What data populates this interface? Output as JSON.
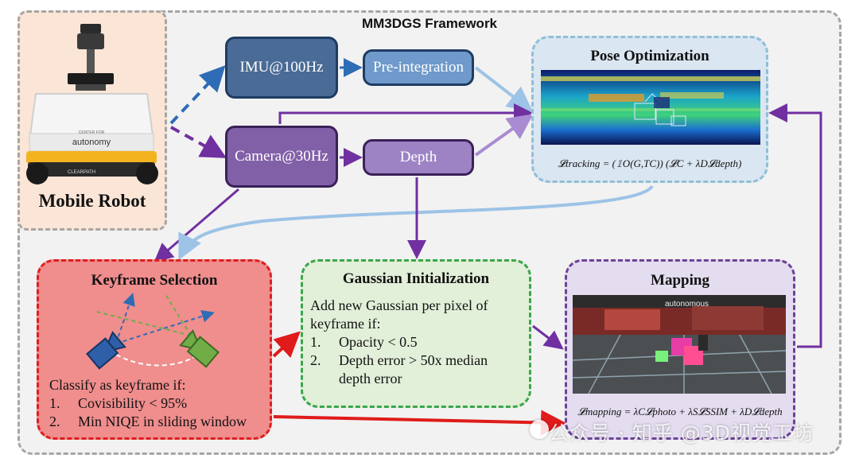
{
  "framework_title": "MM3DGS Framework",
  "robot": {
    "label": "Mobile Robot",
    "brand_small": "CENTER FOR",
    "brand": "autonomy",
    "base_brand": "CLEARPATH"
  },
  "nodes": {
    "imu": "IMU@100Hz",
    "preintegration": "Pre-integration",
    "camera": "Camera@30Hz",
    "depth": "Depth"
  },
  "pose_optimization": {
    "title": "Pose Optimization",
    "formula": "𝓛tracking = (𝟙O(G,TC)) (𝓛C + λD𝓛depth)"
  },
  "keyframe_selection": {
    "title": "Keyframe Selection",
    "intro": "Classify as keyframe if:",
    "items": [
      {
        "num": "1.",
        "text": "Covisibility < 95%"
      },
      {
        "num": "2.",
        "text": "Min NIQE in sliding window"
      }
    ]
  },
  "gaussian_initialization": {
    "title": "Gaussian Initialization",
    "intro_line1": "Add new Gaussian per pixel of",
    "intro_line2": "keyframe if:",
    "items": [
      {
        "num": "1.",
        "line1": "Opacity < 0.5",
        "line2": ""
      },
      {
        "num": "2.",
        "line1": "Depth error > 50x median",
        "line2": "depth error"
      }
    ]
  },
  "mapping": {
    "title": "Mapping",
    "formula": "𝓛mapping = λC𝓛photo + λS𝓛SSIM + λD𝓛depth",
    "scene_sign": "autonomous"
  },
  "watermark": "公众号 · 知乎 @3D视觉工坊",
  "colors": {
    "imu": "#4a6b95",
    "preintegration": "#6f9acb",
    "camera": "#8260a8",
    "depth": "#9d83c4",
    "arrow_blue": "#2e6cb5",
    "arrow_purple": "#7030a0",
    "arrow_red": "#e01b1b",
    "arrow_light_blue": "#9dc3e6",
    "keyframe_fill": "#f08d8d",
    "gaussian_fill": "#e2efd9",
    "mapping_fill": "#e4dcef",
    "pose_fill": "#dae6f1"
  }
}
